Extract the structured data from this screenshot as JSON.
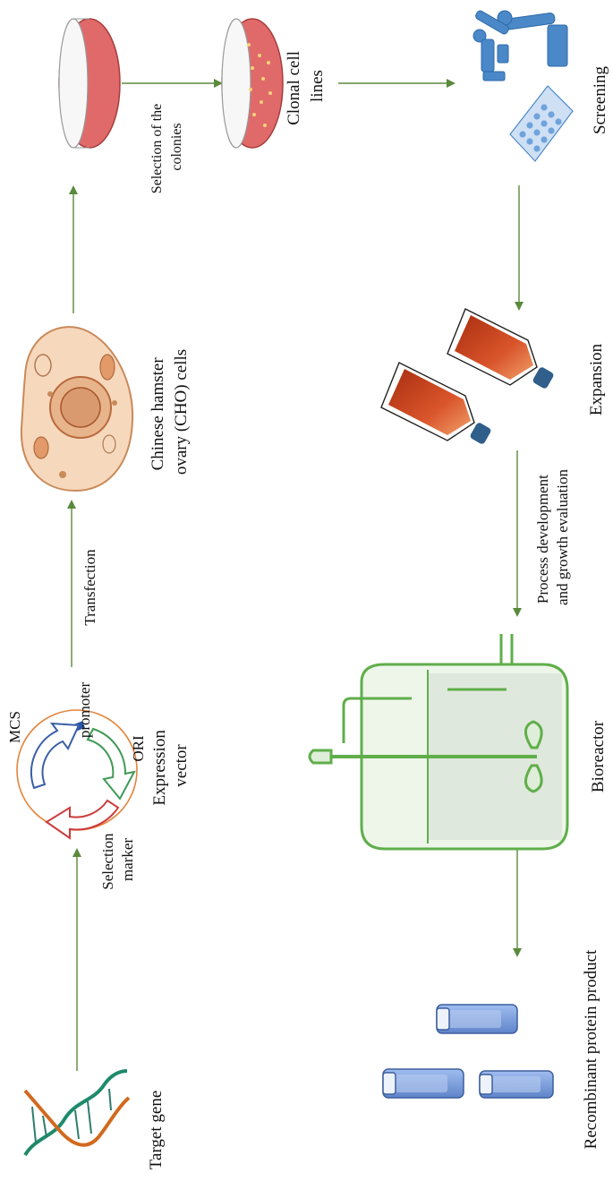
{
  "labels": {
    "target_gene": "Target gene",
    "selection_marker": [
      "Selection",
      "marker"
    ],
    "mcs": "MCS",
    "promoter": "promoter",
    "ori": "ORI",
    "expression_vector": [
      "Expression",
      "vector"
    ],
    "transfection": "Transfection",
    "cho_cells": [
      "Chinese hamster",
      "ovary (CHO) cells"
    ],
    "selection_colonies": [
      "Selection of the",
      "colonies"
    ],
    "clonal_cell_lines": [
      "Clonal cell",
      "lines"
    ],
    "screening": "Screening",
    "expansion": "Expansion",
    "process_development": [
      "Process development",
      "and growth evaluation"
    ],
    "bioreactor": "Bioreactor",
    "recombinant_product": "Recombinant protein product"
  },
  "colors": {
    "arrow": "#5a8a3c",
    "dish_fill": "#e06a6a",
    "flask_fill": "#c9431c",
    "bioreactor": "#5fae4a",
    "vial_blue": "#6f95d8",
    "robot_blue": "#4a88c8",
    "cell_fill": "#f6d8bd"
  }
}
